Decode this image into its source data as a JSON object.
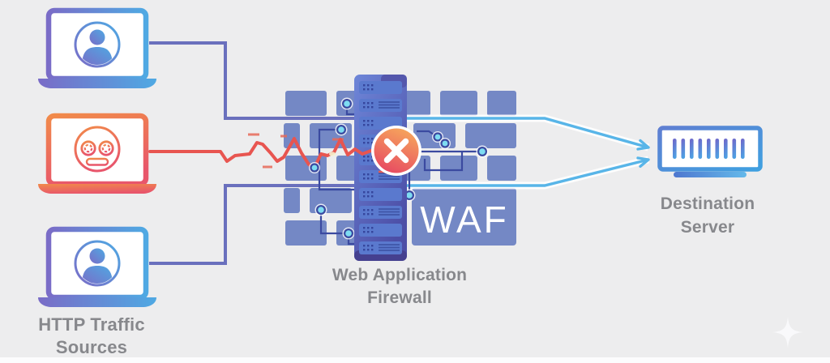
{
  "labels": {
    "http_traffic_line1": "HTTP Traffic",
    "http_traffic_line2": "Sources",
    "waf_badge": "WAF",
    "waf_label_line1": "Web Application",
    "waf_label_line2": "Firewall",
    "destination_line1": "Destination",
    "destination_line2": "Server"
  },
  "nodes": {
    "traffic_sources": [
      {
        "icon": "user-icon",
        "device": "laptop-icon",
        "status": "allowed"
      },
      {
        "icon": "bot-icon",
        "device": "laptop-icon",
        "status": "blocked"
      },
      {
        "icon": "user-icon",
        "device": "laptop-icon",
        "status": "allowed"
      }
    ],
    "firewall": {
      "icon": "brick-wall-icon",
      "rack": "server-rack-icon",
      "block_marker": "blocked-x-icon"
    },
    "destination": {
      "icon": "destination-server-icon"
    }
  },
  "colors": {
    "background": "#ededee",
    "label_text": "#87888c",
    "waf_badge_text": "#ffffff",
    "brick": "#7488c5",
    "user_gradient_start": "#7a6cc7",
    "user_gradient_end": "#4fa9e3",
    "bot_gradient_start": "#f18a4a",
    "bot_gradient_end": "#e8566b",
    "allowed_line": "#6a70bd",
    "filtered_line": "#58b5e8",
    "attack_line": "#e85550",
    "circuit_line": "#3b4aa0",
    "circuit_node": "#7edcf2",
    "block_gradient_start": "#f6a55c",
    "block_gradient_end": "#e74a62",
    "server_border": "#4a9ad8"
  }
}
